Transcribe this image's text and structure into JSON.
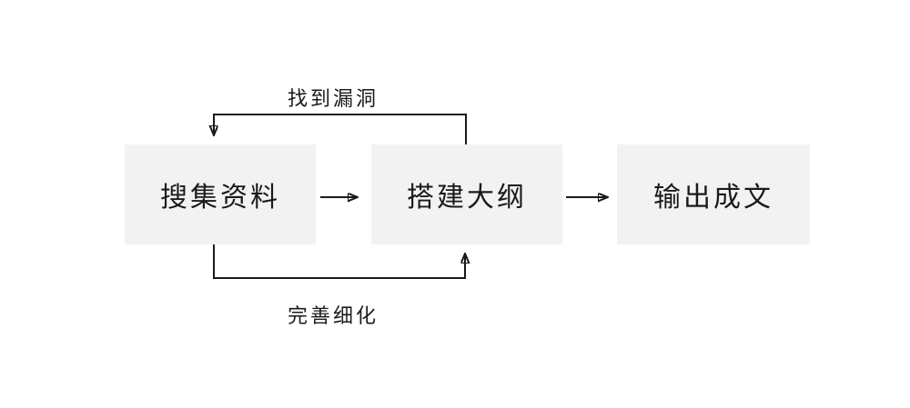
{
  "diagram": {
    "title": "writing-process-flowchart",
    "nodes": [
      {
        "id": "collect",
        "label": "搜集资料"
      },
      {
        "id": "outline",
        "label": "搭建大纲"
      },
      {
        "id": "output",
        "label": "输出成文"
      }
    ],
    "edges": [
      {
        "from": "collect",
        "to": "outline",
        "type": "forward",
        "label": ""
      },
      {
        "from": "outline",
        "to": "output",
        "type": "forward",
        "label": ""
      },
      {
        "from": "outline",
        "to": "collect",
        "type": "feedback-top",
        "label": "找到漏洞"
      },
      {
        "from": "collect",
        "to": "outline",
        "type": "feedback-bottom",
        "label": "完善细化"
      }
    ],
    "edge_labels": {
      "top": "找到漏洞",
      "bottom": "完善细化"
    },
    "colors": {
      "background": "#ffffff",
      "node_fill": "#f2f2f2",
      "line": "#1a1a1a",
      "text": "#1a1a1a"
    }
  }
}
